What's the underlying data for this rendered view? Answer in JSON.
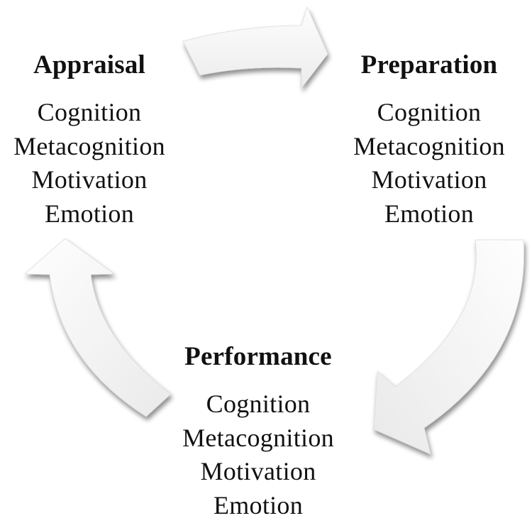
{
  "diagram": {
    "type": "cycle",
    "direction": "clockwise",
    "colors": {
      "background": "#ffffff",
      "text": "#111111",
      "arrow_fill": "#f6f6f6",
      "arrow_shadow": "#9a9a9a"
    },
    "stages": [
      {
        "title": "Appraisal",
        "items": [
          "Cognition",
          "Metacognition",
          "Motivation",
          "Emotion"
        ]
      },
      {
        "title": "Preparation",
        "items": [
          "Cognition",
          "Metacognition",
          "Motivation",
          "Emotion"
        ]
      },
      {
        "title": "Performance",
        "items": [
          "Cognition",
          "Metacognition",
          "Motivation",
          "Emotion"
        ]
      }
    ],
    "arrows": [
      {
        "from": "Appraisal",
        "to": "Preparation",
        "icon": "curved-arrow-right-icon"
      },
      {
        "from": "Preparation",
        "to": "Performance",
        "icon": "curved-arrow-down-left-icon"
      },
      {
        "from": "Performance",
        "to": "Appraisal",
        "icon": "curved-arrow-up-icon"
      }
    ]
  }
}
